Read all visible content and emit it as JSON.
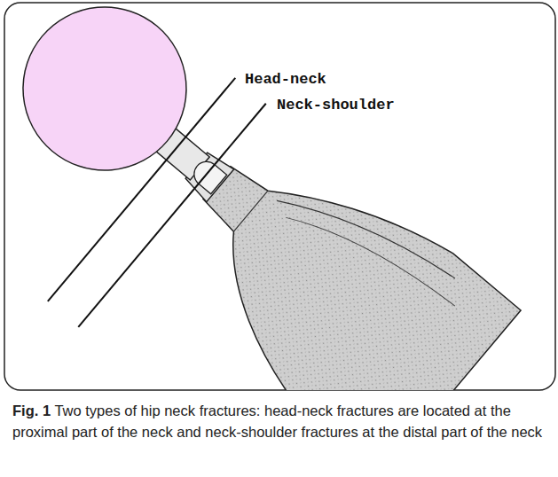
{
  "diagram": {
    "caption": "Fig. 1 Two types of hip neck fractures: head-neck fractures are located at the proximal part of the neck and neck-shoulder fractures at the distal part of the neck",
    "labels": [
      "Head-neck",
      "Neck-shoulder"
    ]
  }
}
